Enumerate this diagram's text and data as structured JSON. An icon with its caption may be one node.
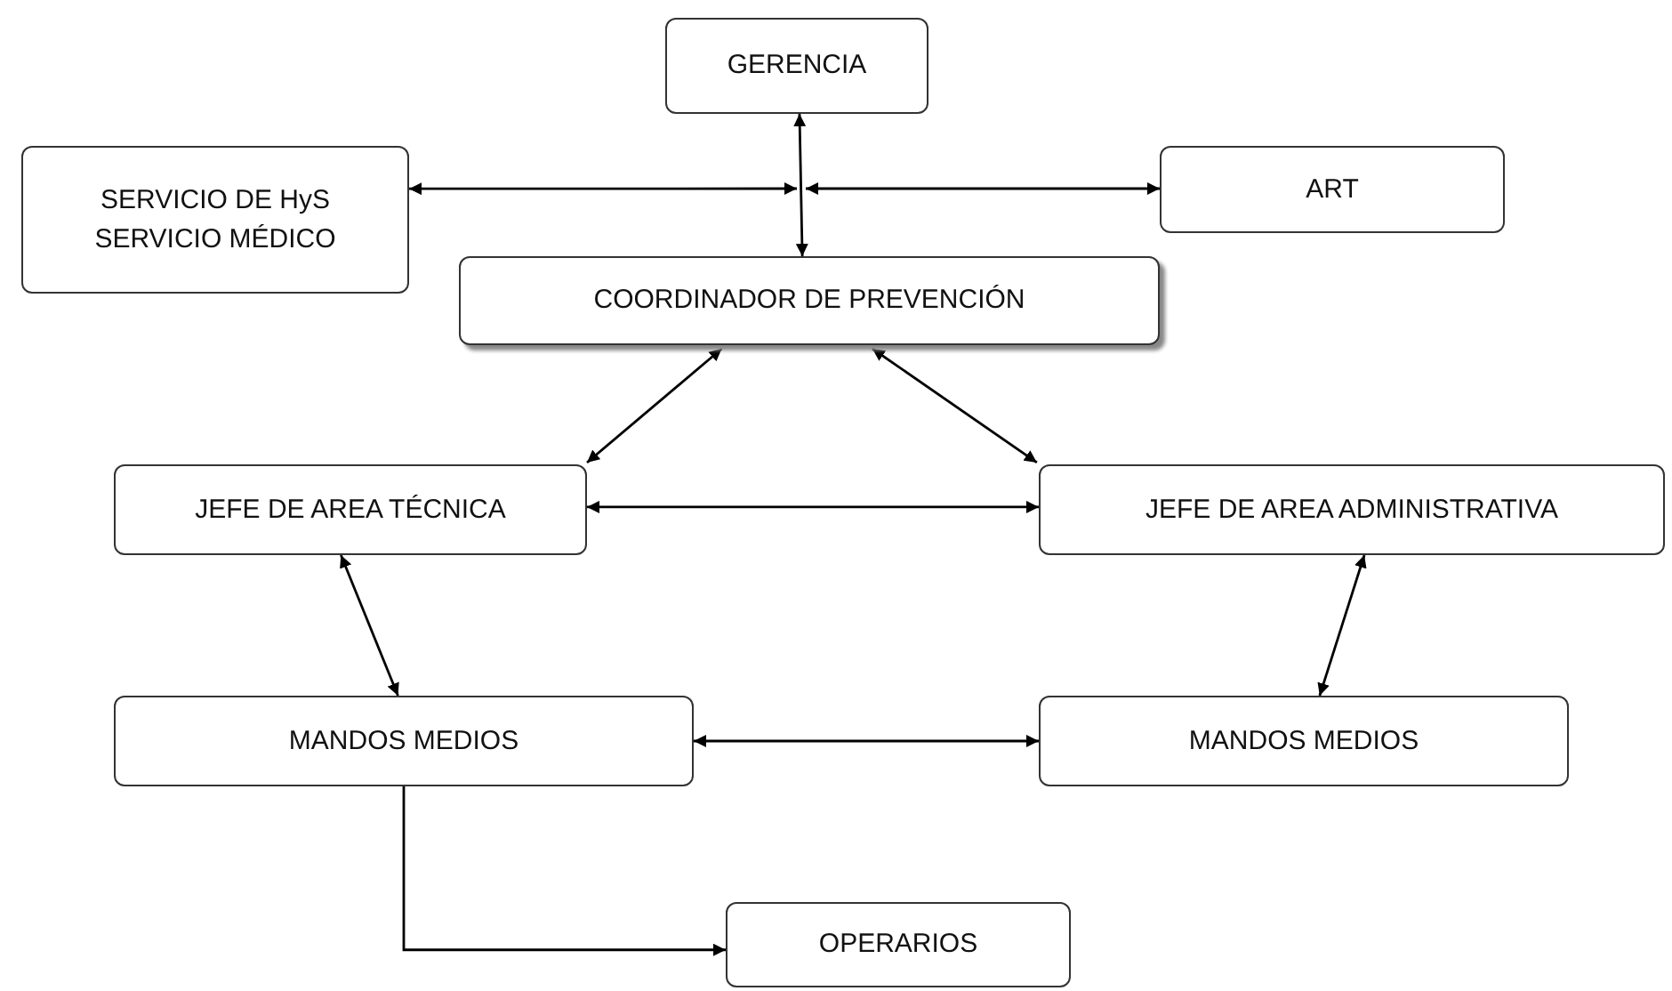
{
  "diagram": {
    "nodes": [
      {
        "text": [
          "GERENCIA"
        ]
      },
      {
        "text": [
          "SERVICIO DE HyS SERVICIO MÉDICO"
        ]
      },
      {
        "text": [
          "ART"
        ]
      },
      {
        "text": [
          "COORDINADOR DE PREVENCIÓN"
        ]
      },
      {
        "text": [
          "JEFE DE AREA TÉCNICA"
        ]
      },
      {
        "text": [
          "JEFE DE AREA ADMINISTRATIVA"
        ]
      },
      {
        "text": [
          "MANDOS MEDIOS"
        ]
      },
      {
        "text": [
          "MANDOS MEDIOS"
        ]
      },
      {
        "text": [
          "OPERARIOS"
        ]
      }
    ],
    "edges": [
      {
        "from": 0,
        "to": 3,
        "arrow": "both"
      },
      {
        "from": null,
        "to": 1,
        "arrow": "both"
      },
      {
        "from": null,
        "to": 2,
        "arrow": "both"
      },
      {
        "from": 3,
        "to": 4,
        "arrow": "both"
      },
      {
        "from": 3,
        "to": 5,
        "arrow": "both"
      },
      {
        "from": 4,
        "to": 5,
        "arrow": "both"
      },
      {
        "from": 4,
        "to": 6,
        "arrow": "both"
      },
      {
        "from": 5,
        "to": 7,
        "arrow": "both"
      },
      {
        "from": 6,
        "to": 7,
        "arrow": "both"
      },
      {
        "from": 6,
        "to": 8,
        "arrow": "to"
      }
    ]
  }
}
